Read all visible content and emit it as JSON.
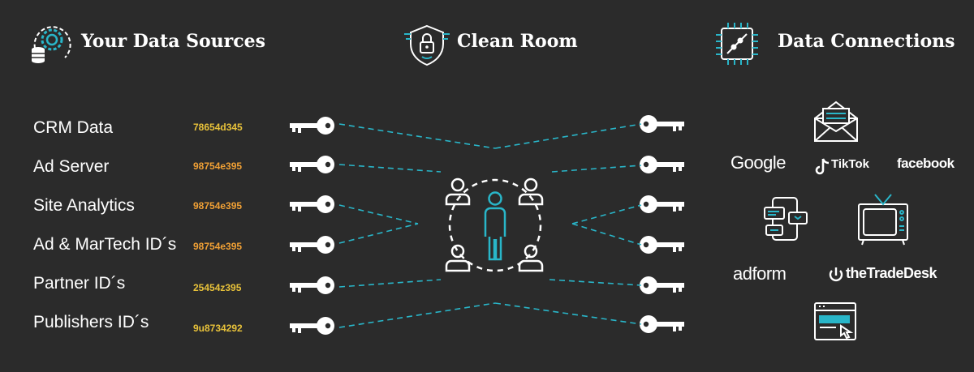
{
  "colors": {
    "background": "#2b2b2b",
    "accent": "#29b6c9",
    "text": "#ffffff",
    "id_orange": "#f0a035",
    "id_yellow": "#e8c23a"
  },
  "header": {
    "sources_title": "Your Data Sources",
    "sources_icon": "data-gear-icon",
    "cleanroom_title": "Clean Room",
    "cleanroom_icon": "shield-lock-icon",
    "connections_title": "Data Connections",
    "connections_icon": "chip-plug-icon"
  },
  "sources": [
    {
      "label": "CRM Data",
      "id": "78654d345"
    },
    {
      "label": "Ad Server",
      "id": "98754e395"
    },
    {
      "label": "Site Analytics",
      "id": "98754e395"
    },
    {
      "label": "Ad & MarTech ID´s",
      "id": "98754e395"
    },
    {
      "label": "Partner ID´s",
      "id": "25454z395"
    },
    {
      "label": "Publishers ID´s",
      "id": "9u8734292"
    }
  ],
  "connections": {
    "google": "Google",
    "tiktok": "TikTok",
    "facebook": "facebook",
    "adform": "adform",
    "tradedesk": "theTradeDesk",
    "icons": [
      "email-icon",
      "chat-phone-icon",
      "tv-icon",
      "web-click-icon"
    ]
  },
  "center_icon": "people-circle-icon"
}
